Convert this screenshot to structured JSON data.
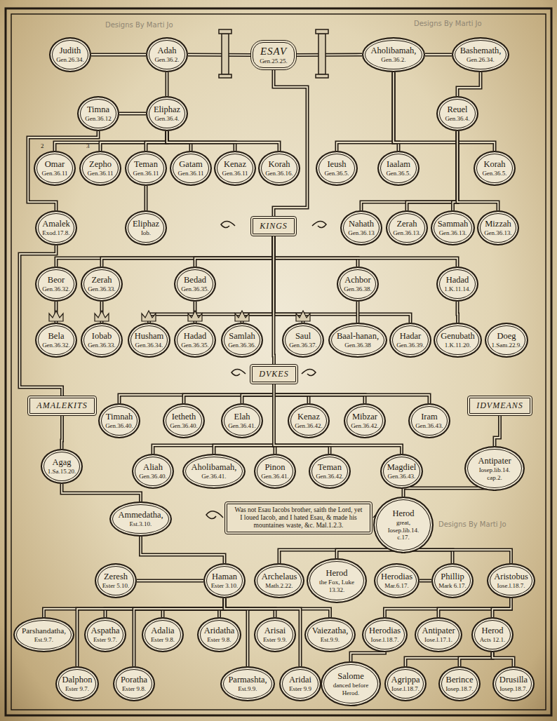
{
  "diagram": {
    "nodes": [
      {
        "text": [
          "Judith",
          "Gen.26.34."
        ]
      },
      {
        "text": [
          "Adah",
          "Gen.36.2."
        ]
      },
      {
        "text": [
          "ESAV",
          "Gen.25.25."
        ]
      },
      {
        "text": [
          "Aholibamah,",
          "Gen.36.2."
        ]
      },
      {
        "text": [
          "Bashemath,",
          "Gen.26.34."
        ]
      },
      {
        "text": [
          "Timna",
          "Gen.36.12"
        ]
      },
      {
        "text": [
          "Eliphaz",
          "Gen.36.4."
        ]
      },
      {
        "text": [
          "Reuel",
          "Gen.36.4."
        ]
      },
      {
        "text": [
          "Omar",
          "Gen.36.11"
        ]
      },
      {
        "text": [
          "Zepho",
          "Gen.36.11"
        ]
      },
      {
        "text": [
          "Teman",
          "Gen.36.11"
        ]
      },
      {
        "text": [
          "Gatam",
          "Gen.36.11"
        ]
      },
      {
        "text": [
          "Kenaz",
          "Gen.36.11"
        ]
      },
      {
        "text": [
          "Korah",
          "Gen.36.16."
        ]
      },
      {
        "text": [
          "Ieush",
          "Gen.36.5."
        ]
      },
      {
        "text": [
          "Iaalam",
          "Gen.36.5."
        ]
      },
      {
        "text": [
          "Korah",
          "Gen.36.5."
        ]
      },
      {
        "text": [
          "Amalek",
          "Exod.17.8."
        ]
      },
      {
        "text": [
          "Eliphaz",
          "Iob."
        ]
      },
      {
        "text": [
          "KINGS"
        ]
      },
      {
        "text": [
          "Nahath",
          "Gen.36.13"
        ]
      },
      {
        "text": [
          "Zerah",
          "Gen.36.13."
        ]
      },
      {
        "text": [
          "Sammah",
          "Gen.36.13."
        ]
      },
      {
        "text": [
          "Mizzah",
          "Gen.36.13."
        ]
      },
      {
        "text": [
          "Beor",
          "Gen.36.32."
        ]
      },
      {
        "text": [
          "Zerah",
          "Gen.36.33."
        ]
      },
      {
        "text": [
          "Bedad",
          "Gen.36.35."
        ]
      },
      {
        "text": [
          "Achbor",
          "Gen.36.38."
        ]
      },
      {
        "text": [
          "Hadad",
          "1.K.11.14."
        ]
      },
      {
        "text": [
          "Bela",
          "Gen.36.32."
        ]
      },
      {
        "text": [
          "Iobab",
          "Gen.36.33."
        ]
      },
      {
        "text": [
          "Husham",
          "Gen.36.34."
        ]
      },
      {
        "text": [
          "Hadad",
          "Gen.36.35."
        ]
      },
      {
        "text": [
          "Samlah",
          "Gen.36.36."
        ]
      },
      {
        "text": [
          "Saul",
          "Gen.36.37."
        ]
      },
      {
        "text": [
          "Baal-hanan,",
          "Gen.36.38"
        ]
      },
      {
        "text": [
          "Hadar",
          "Gen.36.39."
        ]
      },
      {
        "text": [
          "Genubath",
          "1.K.11.20."
        ]
      },
      {
        "text": [
          "Doeg",
          "1.Sam.22.9."
        ]
      },
      {
        "text": [
          "DVKES"
        ]
      },
      {
        "text": [
          "AMALEKITS"
        ]
      },
      {
        "text": [
          "IDVMEANS"
        ]
      },
      {
        "text": [
          "Timnah",
          "Gen.36.40."
        ]
      },
      {
        "text": [
          "Ietheth",
          "Gen.36.40."
        ]
      },
      {
        "text": [
          "Elah",
          "Gen.36.41."
        ]
      },
      {
        "text": [
          "Kenaz",
          "Gen.36.42."
        ]
      },
      {
        "text": [
          "Mibzar",
          "Gen.36.42."
        ]
      },
      {
        "text": [
          "Iram",
          "Gen.36.43."
        ]
      },
      {
        "text": [
          "Agag",
          "1.Sa.15.20."
        ]
      },
      {
        "text": [
          "Aliah",
          "Gen.36.40."
        ]
      },
      {
        "text": [
          "Aholibamah,",
          "Ge.36.41."
        ]
      },
      {
        "text": [
          "Pinon",
          "Gen.36.41."
        ]
      },
      {
        "text": [
          "Teman",
          "Gen.36.42."
        ]
      },
      {
        "text": [
          "Magdiel",
          "Gen.36.43."
        ]
      },
      {
        "text": [
          "Antipater",
          "Iosep.lib.14. cap.2."
        ]
      },
      {
        "text": [
          "Ammedatha,",
          "Est.3.10."
        ]
      },
      {
        "text": [
          "Was not Esau Iacobs brother, saith the Lord, yet I loued Iacob, and I hated Esau, & made his mountaines waste, &c. Mal.1.2.3."
        ]
      },
      {
        "text": [
          "Herod",
          "great, Iosep.lib.14. c.17."
        ]
      },
      {
        "text": [
          "Zeresh",
          "Ester 5.10."
        ]
      },
      {
        "text": [
          "Haman",
          "Ester 3.10."
        ]
      },
      {
        "text": [
          "Archelaus",
          "Math.2.22."
        ]
      },
      {
        "text": [
          "Herod",
          "the Fox, Luke 13.32."
        ]
      },
      {
        "text": [
          "Herodias",
          "Mar.6.17."
        ]
      },
      {
        "text": [
          "Phillip",
          "Mark 6.17."
        ]
      },
      {
        "text": [
          "Aristobus",
          "Iose.l.18.7."
        ]
      },
      {
        "text": [
          "Parshandatha,",
          "Est.9.7."
        ]
      },
      {
        "text": [
          "Aspatha",
          "Ester 9.7."
        ]
      },
      {
        "text": [
          "Adalia",
          "Ester 9.8."
        ]
      },
      {
        "text": [
          "Aridatha",
          "Ester 9.8."
        ]
      },
      {
        "text": [
          "Arisai",
          "Ester 9.9."
        ]
      },
      {
        "text": [
          "Vaiezatha,",
          "Est.9.9."
        ]
      },
      {
        "text": [
          "Herodias",
          "Iose.l.18.7."
        ]
      },
      {
        "text": [
          "Antipater",
          "Iose.l.17.1."
        ]
      },
      {
        "text": [
          "Herod",
          "Acts 12.1."
        ]
      },
      {
        "text": [
          "Dalphon",
          "Ester 9.7."
        ]
      },
      {
        "text": [
          "Poratha",
          "Ester 9.8."
        ]
      },
      {
        "text": [
          "Parmashta,",
          "Est.9.9."
        ]
      },
      {
        "text": [
          "Aridai",
          "Ester 9.9"
        ]
      },
      {
        "text": [
          "Salome",
          "danced before Herod."
        ]
      },
      {
        "text": [
          "Agrippa",
          "Iose.l.18.7."
        ]
      },
      {
        "text": [
          "Berince",
          "Iosep.18.7."
        ]
      },
      {
        "text": [
          "Drusilla",
          "Iosep.18.7."
        ]
      }
    ],
    "edges": [
      {
        "from": 0,
        "to": 1,
        "arrow": "none"
      },
      {
        "from": 1,
        "to": 2,
        "arrow": "none"
      },
      {
        "from": 2,
        "to": 3,
        "arrow": "none"
      },
      {
        "from": 3,
        "to": 4,
        "arrow": "none"
      },
      {
        "from": 5,
        "to": 6,
        "arrow": "none"
      },
      {
        "from": 1,
        "to": 6,
        "arrow": "none"
      },
      {
        "from": 6,
        "to": 8,
        "arrow": "none"
      },
      {
        "from": 6,
        "to": 9,
        "arrow": "none"
      },
      {
        "from": 6,
        "to": 10,
        "arrow": "none"
      },
      {
        "from": 6,
        "to": 11,
        "arrow": "none"
      },
      {
        "from": 6,
        "to": 12,
        "arrow": "none"
      },
      {
        "from": 6,
        "to": 13,
        "arrow": "none"
      },
      {
        "from": 5,
        "to": 17,
        "arrow": "none"
      },
      {
        "from": 10,
        "to": 18,
        "arrow": "none"
      },
      {
        "from": 3,
        "to": 14,
        "arrow": "none"
      },
      {
        "from": 3,
        "to": 15,
        "arrow": "none"
      },
      {
        "from": 3,
        "to": 16,
        "arrow": "none"
      },
      {
        "from": 4,
        "to": 7,
        "arrow": "none"
      },
      {
        "from": 7,
        "to": 20,
        "arrow": "none"
      },
      {
        "from": 7,
        "to": 21,
        "arrow": "none"
      },
      {
        "from": 7,
        "to": 22,
        "arrow": "none"
      },
      {
        "from": 7,
        "to": 23,
        "arrow": "none"
      },
      {
        "from": 2,
        "to": 19,
        "arrow": "none"
      },
      {
        "from": 19,
        "to": 24,
        "arrow": "none"
      },
      {
        "from": 19,
        "to": 25,
        "arrow": "none"
      },
      {
        "from": 19,
        "to": 26,
        "arrow": "none"
      },
      {
        "from": 19,
        "to": 27,
        "arrow": "none"
      },
      {
        "from": 19,
        "to": 28,
        "arrow": "none"
      },
      {
        "from": 19,
        "to": 31,
        "arrow": "none"
      },
      {
        "from": 19,
        "to": 33,
        "arrow": "none"
      },
      {
        "from": 19,
        "to": 34,
        "arrow": "none"
      },
      {
        "from": 19,
        "to": 36,
        "arrow": "none"
      },
      {
        "from": 24,
        "to": 29,
        "arrow": "none"
      },
      {
        "from": 25,
        "to": 30,
        "arrow": "none"
      },
      {
        "from": 26,
        "to": 32,
        "arrow": "none"
      },
      {
        "from": 27,
        "to": 35,
        "arrow": "none"
      },
      {
        "from": 28,
        "to": 37,
        "arrow": "none"
      },
      {
        "from": 19,
        "to": 39,
        "arrow": "none"
      },
      {
        "from": 39,
        "to": 42,
        "arrow": "none"
      },
      {
        "from": 39,
        "to": 43,
        "arrow": "none"
      },
      {
        "from": 39,
        "to": 44,
        "arrow": "none"
      },
      {
        "from": 39,
        "to": 45,
        "arrow": "none"
      },
      {
        "from": 39,
        "to": 46,
        "arrow": "none"
      },
      {
        "from": 39,
        "to": 47,
        "arrow": "none"
      },
      {
        "from": 39,
        "to": 49,
        "arrow": "none"
      },
      {
        "from": 39,
        "to": 50,
        "arrow": "none"
      },
      {
        "from": 39,
        "to": 51,
        "arrow": "none"
      },
      {
        "from": 39,
        "to": 52,
        "arrow": "none"
      },
      {
        "from": 39,
        "to": 53,
        "arrow": "none"
      },
      {
        "from": 17,
        "to": 40,
        "arrow": "none"
      },
      {
        "from": 40,
        "to": 48,
        "arrow": "none"
      },
      {
        "from": 48,
        "to": 55,
        "arrow": "none"
      },
      {
        "from": 55,
        "to": 59,
        "arrow": "none"
      },
      {
        "from": 58,
        "to": 59,
        "arrow": "none"
      },
      {
        "from": 41,
        "to": 54,
        "arrow": "none"
      },
      {
        "from": 54,
        "to": 57,
        "arrow": "none"
      },
      {
        "from": 57,
        "to": 60,
        "arrow": "none"
      },
      {
        "from": 57,
        "to": 61,
        "arrow": "none"
      },
      {
        "from": 57,
        "to": 63,
        "arrow": "none"
      },
      {
        "from": 57,
        "to": 64,
        "arrow": "none"
      },
      {
        "from": 62,
        "to": 63,
        "arrow": "none"
      },
      {
        "from": 59,
        "to": 65,
        "arrow": "none"
      },
      {
        "from": 59,
        "to": 66,
        "arrow": "none"
      },
      {
        "from": 59,
        "to": 67,
        "arrow": "none"
      },
      {
        "from": 59,
        "to": 68,
        "arrow": "none"
      },
      {
        "from": 59,
        "to": 69,
        "arrow": "none"
      },
      {
        "from": 59,
        "to": 70,
        "arrow": "none"
      },
      {
        "from": 59,
        "to": 74,
        "arrow": "none"
      },
      {
        "from": 59,
        "to": 75,
        "arrow": "none"
      },
      {
        "from": 59,
        "to": 76,
        "arrow": "none"
      },
      {
        "from": 59,
        "to": 77,
        "arrow": "none"
      },
      {
        "from": 64,
        "to": 71,
        "arrow": "none"
      },
      {
        "from": 64,
        "to": 72,
        "arrow": "none"
      },
      {
        "from": 64,
        "to": 73,
        "arrow": "none"
      },
      {
        "from": 71,
        "to": 78,
        "arrow": "none"
      },
      {
        "from": 73,
        "to": 79,
        "arrow": "none"
      },
      {
        "from": 73,
        "to": 80,
        "arrow": "none"
      },
      {
        "from": 73,
        "to": 81,
        "arrow": "none"
      }
    ],
    "labels": [
      "2",
      "3",
      "Designs By Marti Jo",
      "Designs By Marti Jo",
      "Designs By Marti Jo"
    ]
  }
}
